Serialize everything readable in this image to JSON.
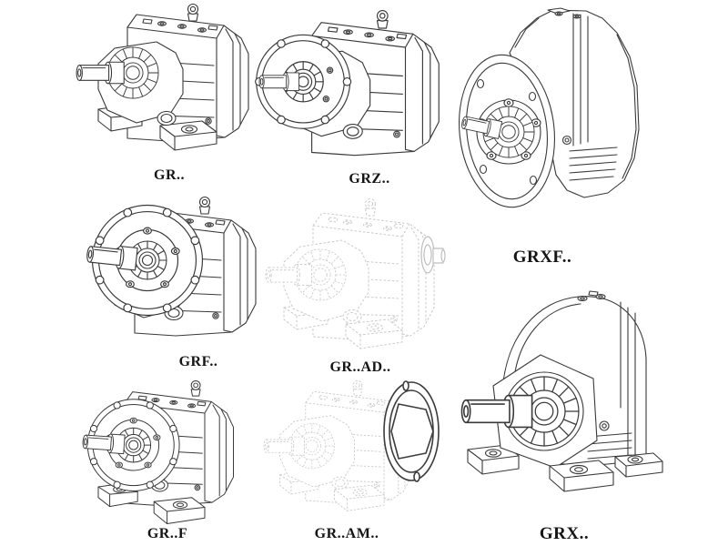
{
  "figures": [
    {
      "label": "GR..",
      "ghost": false
    },
    {
      "label": "GRZ..",
      "ghost": false
    },
    {
      "label": "GRXF..",
      "ghost": false
    },
    {
      "label": "GRF..",
      "ghost": false
    },
    {
      "label": "GR..AD..",
      "ghost": true
    },
    {
      "label": "GR..F",
      "ghost": false
    },
    {
      "label": "GR..AM..",
      "ghost": true
    },
    {
      "label": "GRX..",
      "ghost": false
    }
  ],
  "colors": {
    "line": "#3a3a3a",
    "ghost": "#c9c9c9",
    "dark": "#3c3c3c",
    "label": "#151515",
    "background": "#ffffff"
  }
}
